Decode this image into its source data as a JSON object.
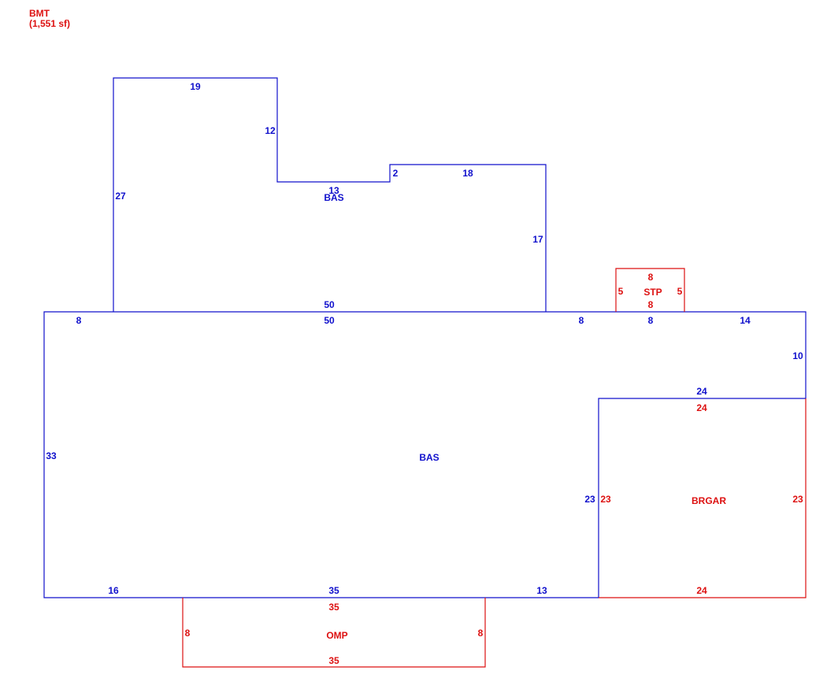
{
  "colors": {
    "living": "#1010cc",
    "other": "#dd1111",
    "background": "#ffffff"
  },
  "header": {
    "code": "BMT",
    "area": "(1,551 sf)"
  },
  "areas": {
    "upper_bas": "BAS",
    "main_bas": "BAS",
    "stoop": "STP",
    "garage": "BRGAR",
    "porch": "OMP"
  },
  "dimensions": {
    "upper": {
      "top": "19",
      "notch_side": "12",
      "notch_bottom": "13",
      "step": "2",
      "right_top": "18",
      "right_side": "17",
      "left_side": "27",
      "bottom": "50"
    },
    "main": {
      "top_left": "8",
      "top_mid": "50",
      "top_right_a": "8",
      "top_right_b": "8",
      "top_far_right": "14",
      "right_upper": "10",
      "garage_top": "24",
      "left_side": "33",
      "garage_left": "23",
      "bottom_left": "16",
      "bottom_mid": "35",
      "bottom_right": "13"
    },
    "stoop": {
      "top": "8",
      "left": "5",
      "right": "5",
      "bottom": "8"
    },
    "garage": {
      "top": "24",
      "left": "23",
      "right": "23",
      "bottom": "24"
    },
    "porch": {
      "top": "35",
      "left": "8",
      "right": "8",
      "bottom": "35"
    }
  }
}
